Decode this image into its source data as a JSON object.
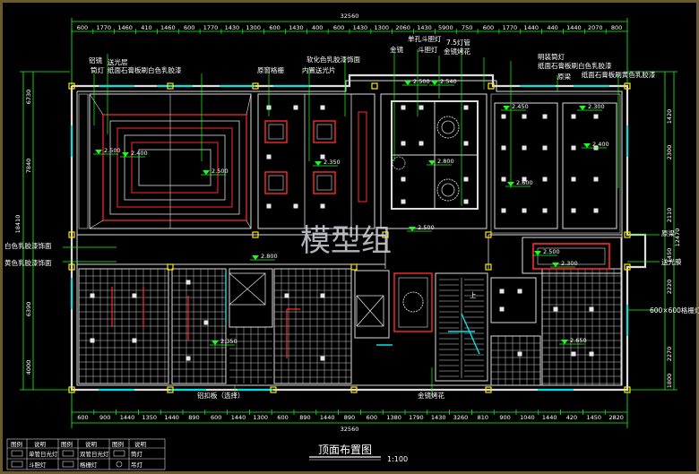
{
  "drawing": {
    "title": "顶面布置图",
    "scale": "1:100",
    "watermark": "模型组",
    "overall_width": "32560",
    "overall_height": "18410",
    "right_height": "12470"
  },
  "top_dims": [
    "600",
    "1770",
    "1460",
    "410",
    "1460",
    "600",
    "1770",
    "1430",
    "1300",
    "600",
    "1430",
    "400",
    "600",
    "1430",
    "1300",
    "2060",
    "1430",
    "5900",
    "750",
    "600",
    "1770",
    "1440",
    "440",
    "1440",
    "2070",
    "800"
  ],
  "bottom_dims": [
    "600",
    "900",
    "1440",
    "1350",
    "1440",
    "890",
    "600",
    "1440",
    "1300",
    "600",
    "890",
    "1440",
    "890",
    "600",
    "1380",
    "1790",
    "1430",
    "3260",
    "810",
    "900",
    "1040",
    "1440",
    "420",
    "1450",
    "2820"
  ],
  "left_dims": [
    "6730",
    "7840",
    "18410",
    "6390",
    "4000"
  ],
  "right_dims": [
    "1420",
    "2300",
    "2110",
    "12470",
    "1450",
    "2220",
    "2270",
    "1800"
  ],
  "room_labels": [
    "筒灯",
    "铝镜",
    "送光层",
    "纸面石膏板刷白色乳胶漆",
    "原窗格栅",
    "内置送光片",
    "软化色乳胶漆饰面",
    "单孔斗胆灯",
    "斗胆灯",
    "7.5灯管",
    "金镜",
    "金镜烤花",
    "原梁",
    "明装筒灯",
    "纸面石膏板刷白色乳胶漆",
    "纸面石膏板刷黄色乳胶漆",
    "送光膜",
    "600×600格栅灯",
    "铝扣板（选择）",
    "金镜烤花",
    "白色乳胶漆饰面",
    "黄色乳胶漆饰面",
    "上"
  ],
  "elevations": [
    "2.500",
    "2.400",
    "2.500",
    "2.350",
    "2.500",
    "2.540",
    "2.800",
    "2.500",
    "2.450",
    "2.300",
    "2.600",
    "2.400",
    "2.500",
    "2.300",
    "2.800",
    "2.350",
    "2.650"
  ],
  "legend": {
    "headers": [
      "图例",
      "说明",
      "图例",
      "说明",
      "图例",
      "说明"
    ],
    "rows": [
      [
        "单管日光灯",
        "双管日光灯",
        "筒灯"
      ],
      [
        "斗胆灯",
        "格栅灯",
        "吊灯"
      ]
    ]
  },
  "colors": {
    "wall": "#dcdcdc",
    "dim_line": "#00ff00",
    "dim_text": "#ffffff",
    "red": "#ff2b2b",
    "cyan": "#00e5e5",
    "yellow": "#ffe800",
    "green": "#19ff19",
    "grid": "#c8c8c8",
    "frame": "#6b5a2e"
  }
}
